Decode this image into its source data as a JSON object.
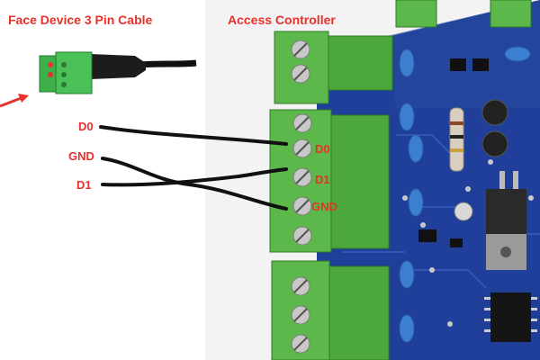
{
  "titles": {
    "left": "Face Device 3 Pin Cable",
    "right": "Access Controller"
  },
  "cable_pins": [
    "D0",
    "GND",
    "D1"
  ],
  "controller_pins": [
    "D0",
    "D1",
    "GND"
  ],
  "colors": {
    "label_red": "#e8312a",
    "terminal_green": "#5cb84a",
    "pcb_blue": "#1f3f9a",
    "wire_black": "#111111"
  }
}
